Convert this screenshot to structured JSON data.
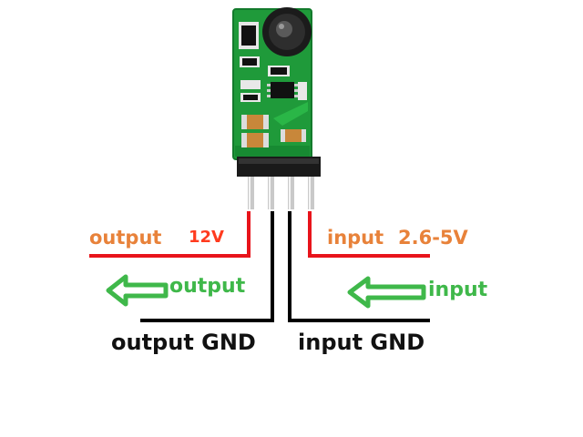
{
  "labels": {
    "output": "output",
    "output_voltage": "12V",
    "input": "input",
    "input_range": "2.6-5V",
    "output_arrow": "output",
    "input_arrow": "input",
    "output_gnd": "output GND",
    "input_gnd": "input GND"
  },
  "colors": {
    "orange_text": "#e8823a",
    "voltage_red": "#ff3b1f",
    "wire_red": "#e8141b",
    "wire_black": "#000000",
    "arrow_green": "#3fb84a",
    "pcb_green": "#1f9a3a"
  }
}
